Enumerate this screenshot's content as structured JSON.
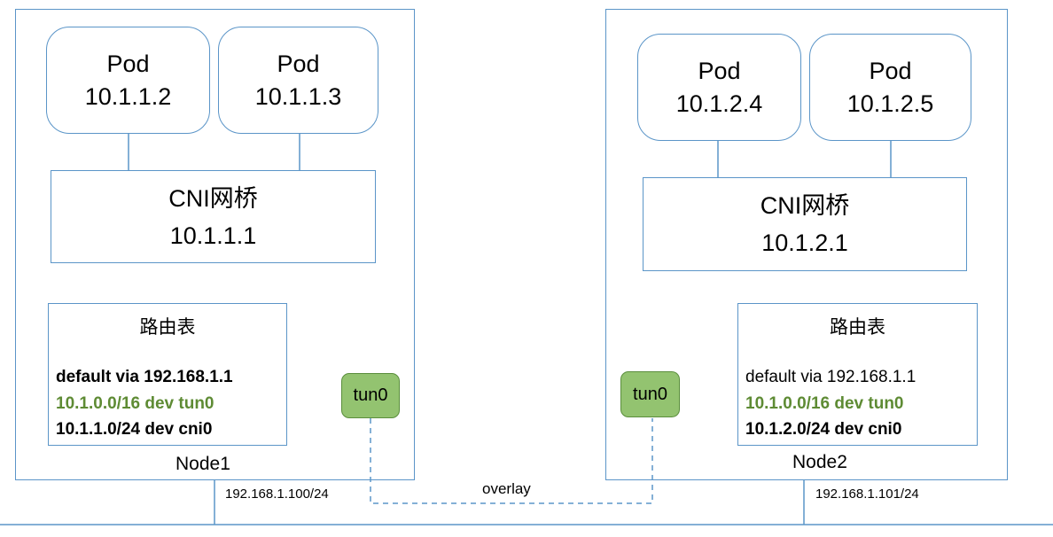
{
  "nodes": [
    {
      "name": "Node1",
      "ip": "192.168.1.100/24",
      "pods": [
        {
          "title": "Pod",
          "ip": "10.1.1.2"
        },
        {
          "title": "Pod",
          "ip": "10.1.1.3"
        }
      ],
      "bridge": {
        "title": "CNI网桥",
        "ip": "10.1.1.1"
      },
      "route_table": {
        "title": "路由表",
        "routes": [
          "default via 192.168.1.1",
          "10.1.0.0/16 dev tun0",
          "10.1.1.0/24 dev cni0"
        ]
      },
      "tun": "tun0"
    },
    {
      "name": "Node2",
      "ip": "192.168.1.101/24",
      "pods": [
        {
          "title": "Pod",
          "ip": "10.1.2.4"
        },
        {
          "title": "Pod",
          "ip": "10.1.2.5"
        }
      ],
      "bridge": {
        "title": "CNI网桥",
        "ip": "10.1.2.1"
      },
      "route_table": {
        "title": "路由表",
        "routes": [
          "default via 192.168.1.1",
          "10.1.0.0/16 dev tun0",
          "10.1.2.0/24 dev cni0"
        ]
      },
      "tun": "tun0"
    }
  ],
  "overlay_label": "overlay",
  "colors": {
    "border": "#5b95c8",
    "tun_fill": "#93c370",
    "route_highlight": "#5e8b34"
  }
}
